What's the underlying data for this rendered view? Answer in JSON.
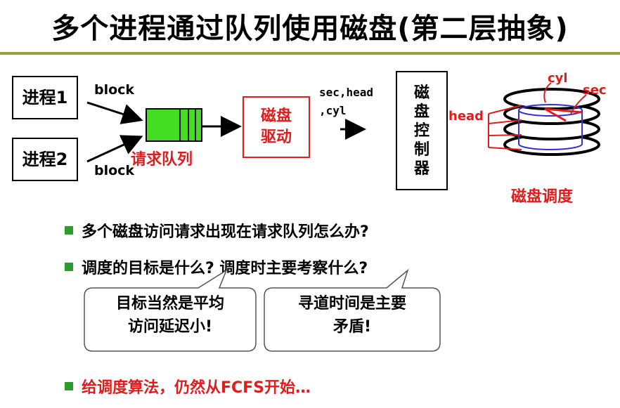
{
  "title": "多个进程通过队列使用磁盘(第二层抽象)",
  "diagram": {
    "process1": "进程1",
    "process2": "进程2",
    "block_label_top": "block",
    "block_label_bottom": "block",
    "queue_label": "请求队列",
    "driver_lines": [
      "磁盘",
      "驱动"
    ],
    "params_line1": "sec,head",
    "params_line2": ",cyl",
    "controller_chars": [
      "磁",
      "盘",
      "控",
      "制",
      "器"
    ],
    "disk_labels": {
      "cyl": "cyl",
      "sec": "sec",
      "head": "head"
    },
    "disk_caption": "磁盘调度"
  },
  "bullets": [
    "多个磁盘访问请求出现在请求队列怎么办?",
    "调度的目标是什么? 调度时主要考察什么?",
    "给调度算法，仍然从FCFS开始…"
  ],
  "callouts": [
    [
      "目标当然是平均",
      "访问延迟小!"
    ],
    [
      "寻道时间是主要",
      "矛盾!"
    ]
  ],
  "colors": {
    "accent_red": "#e21c1c",
    "queue_green": "#44dd22",
    "bullet_green": "#2e9b2e",
    "rule_olive": "#99a13a",
    "disk_blue": "#3333cc"
  }
}
